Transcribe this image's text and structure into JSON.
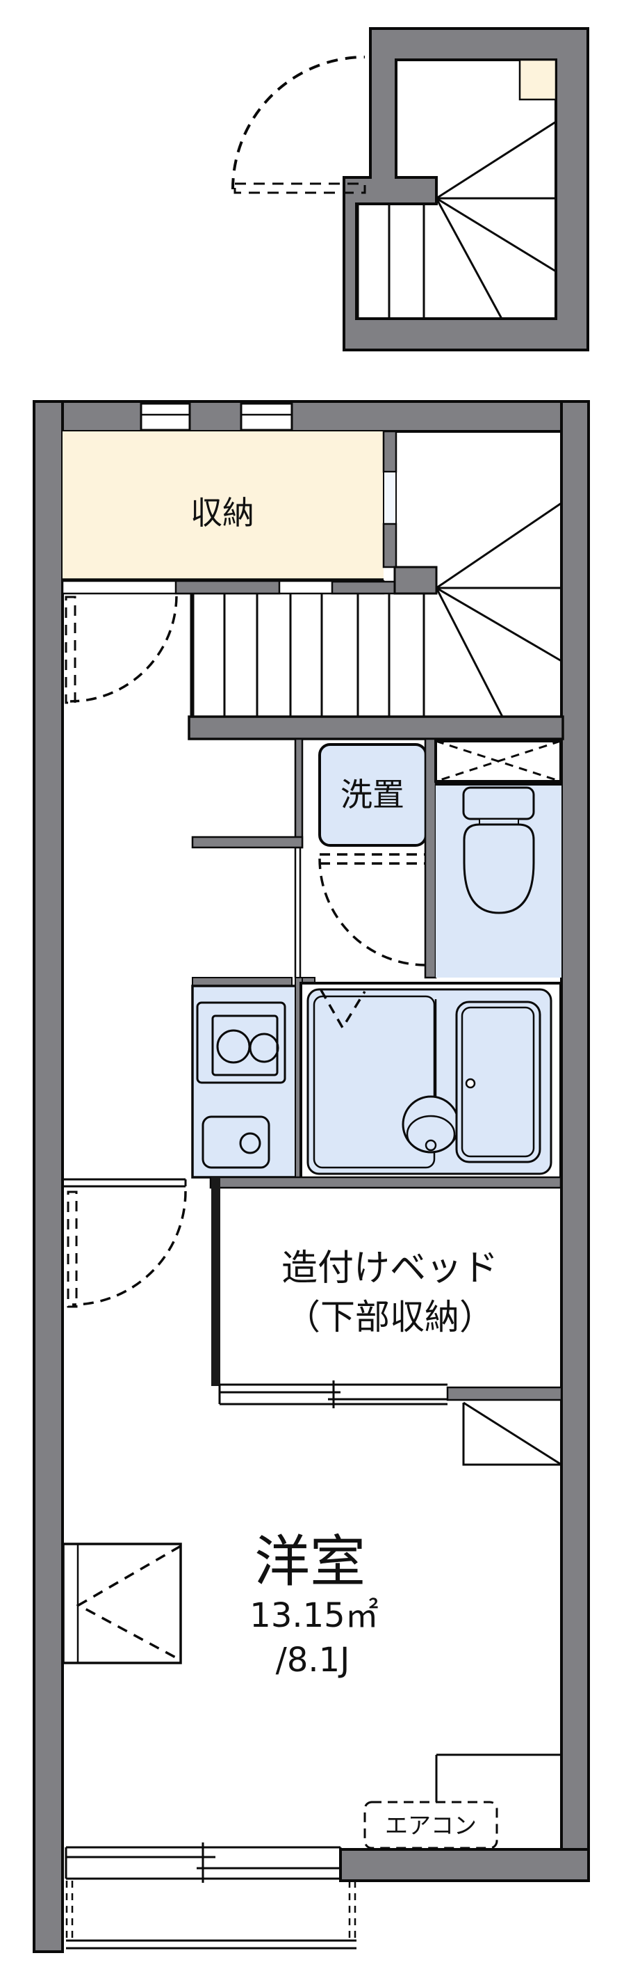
{
  "floorplan": {
    "labels": {
      "storage": "収納",
      "laundry": "洗置",
      "built_in_bed_line1": "造付けベッド",
      "built_in_bed_line2": "（下部収納）",
      "western_room": "洋室",
      "western_room_area_sqm": "13.15㎡",
      "western_room_area_jo": "/8.1J",
      "air_conditioner": "エアコン"
    },
    "measurements": {
      "western_room_sqm_value": "13.15",
      "western_room_jo_value": "8.1"
    },
    "colors": {
      "wall_gray": "#808084",
      "room_cream": "#fdf3dc",
      "wet_area_blue": "#dbe7f8",
      "line_black": "#0a0a0a",
      "background": "#ffffff"
    }
  }
}
